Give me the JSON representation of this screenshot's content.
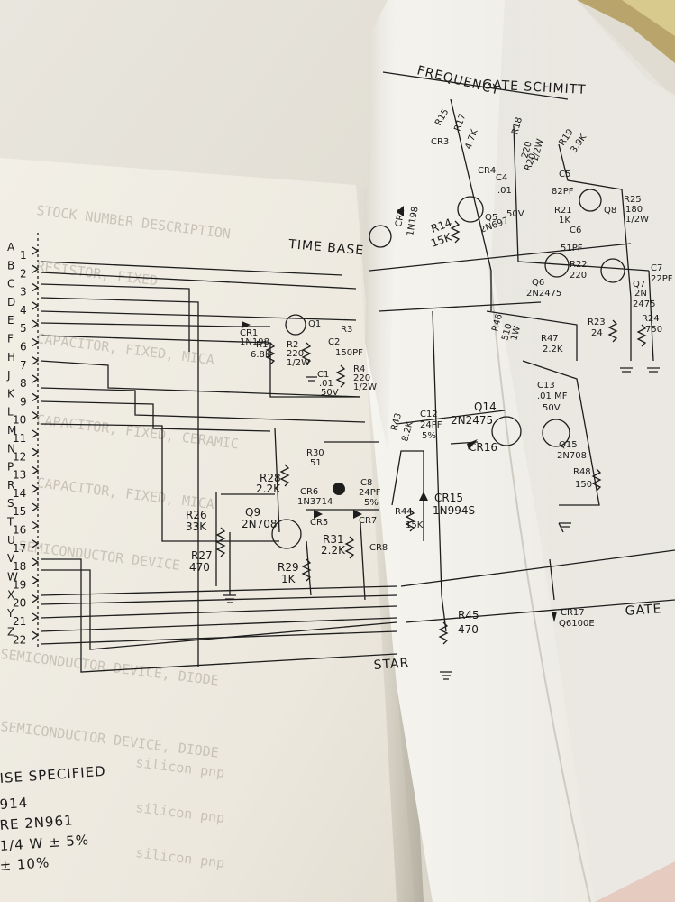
{
  "left_page": {
    "title_fragment": "TIME BASE",
    "pins": [
      {
        "letter": "A",
        "number": "1"
      },
      {
        "letter": "B",
        "number": "2"
      },
      {
        "letter": "C",
        "number": "3"
      },
      {
        "letter": "D",
        "number": "4"
      },
      {
        "letter": "E",
        "number": "5"
      },
      {
        "letter": "F",
        "number": "6"
      },
      {
        "letter": "H",
        "number": "7"
      },
      {
        "letter": "J",
        "number": "8"
      },
      {
        "letter": "K",
        "number": "9"
      },
      {
        "letter": "L",
        "number": "10"
      },
      {
        "letter": "M",
        "number": "11"
      },
      {
        "letter": "N",
        "number": "12"
      },
      {
        "letter": "P",
        "number": "13"
      },
      {
        "letter": "R",
        "number": "14"
      },
      {
        "letter": "S",
        "number": "15"
      },
      {
        "letter": "T",
        "number": "16"
      },
      {
        "letter": "U",
        "number": "17"
      },
      {
        "letter": "V",
        "number": "18"
      },
      {
        "letter": "W",
        "number": "19"
      },
      {
        "letter": "X",
        "number": "20"
      },
      {
        "letter": "Y",
        "number": "21"
      },
      {
        "letter": "Z",
        "number": "22"
      }
    ],
    "components": {
      "cr1": "CR1",
      "cr1_val": "1N198",
      "q1": "Q1",
      "r1": "R1",
      "r1_val": "6.8K",
      "r2": "R2",
      "r2_val": "220",
      "r2_w": "1/2W",
      "r3": "R3",
      "c2": "C2",
      "c2_val": "150PF",
      "c1": "C1",
      "c1_val": ".01",
      "c1_v": "50V",
      "r4": "R4",
      "r4_val": "220",
      "r4_w": "1/2W",
      "r30": "R30",
      "r30_val": "51",
      "r28": "R28",
      "r28_val": "2.2K",
      "cr6": "CR6",
      "cr6_val": "1N3714",
      "c8": "C8",
      "c8_val": "24PF",
      "c8_tol": "5%",
      "q9": "Q9",
      "q9_val": "2N708",
      "cr5": "CR5",
      "cr7": "CR7",
      "r26": "R26",
      "r26_val": "33K",
      "r27": "R27",
      "r27_val": "470",
      "r31": "R31",
      "r31_val": "2.2K",
      "cr8": "CR8",
      "r29": "R29",
      "r29_val": "1K"
    },
    "notes": [
      "ISE SPECIFIED",
      "914",
      "RE 2N961",
      "1/4 W ± 5%",
      "± 10%"
    ],
    "partial_labels": {
      "star": "STAR"
    }
  },
  "right_page": {
    "headers": [
      "FREQUENCY",
      "GATE SCHMITT"
    ],
    "components": {
      "r15": "R15",
      "r17": "R17",
      "r17_val": "4.7K",
      "cr3": "CR3",
      "r18": "R18",
      "r18_val": "220",
      "r18_w": "1/2W",
      "r19": "R19",
      "r19_val": "3.9K",
      "cr4": "CR4",
      "c4": "C4",
      "c4_val": ".01",
      "c4_v": "50V",
      "r20": "R20",
      "c5": "C5",
      "c5_val": "82PF",
      "r21": "R21",
      "r21_val": "1K",
      "r25": "R25",
      "r25_val": "180",
      "r25_w": "1/2W",
      "q8": "Q8",
      "cr2": "CR2",
      "cr2_val": "1N198",
      "q5": "Q5",
      "q5_val": "2N697",
      "r14": "R14",
      "r14_val": "15K",
      "c6": "C6",
      "c6_val": "51PF",
      "c7": "C7",
      "c7_val": "22PF",
      "q6": "Q6",
      "q6_val": "2N2475",
      "r22": "R22",
      "r22_val": "220",
      "q7": "Q7",
      "q7_val": "2N",
      "q7_val2": "2475",
      "r23": "R23",
      "r23_val": "24",
      "r24": "R24",
      "r24_val": "750",
      "r46": "R46",
      "r46_val": "510",
      "r46_w": "1W",
      "r47": "R47",
      "r47_val": "2.2K",
      "c13": "C13",
      "c13_val": ".01 MF",
      "c13_v": "50V",
      "q14": "Q14",
      "q14_val": "2N2475",
      "r43": "R43",
      "r43_val": "8.2K",
      "c12": "C12",
      "c12_val": "24PF",
      "c12_tol": "5%",
      "cr16": "CR16",
      "q15": "Q15",
      "q15_val": "2N708",
      "r48": "R48",
      "r48_val": "150",
      "r44": "R44",
      "r44_val": "15K",
      "cr15": "CR15",
      "cr15_val": "1N994S",
      "cr17": "CR17",
      "cr17_val": "Q6100E",
      "r45": "R45",
      "r45_val": "470",
      "gate": "GATE"
    }
  }
}
